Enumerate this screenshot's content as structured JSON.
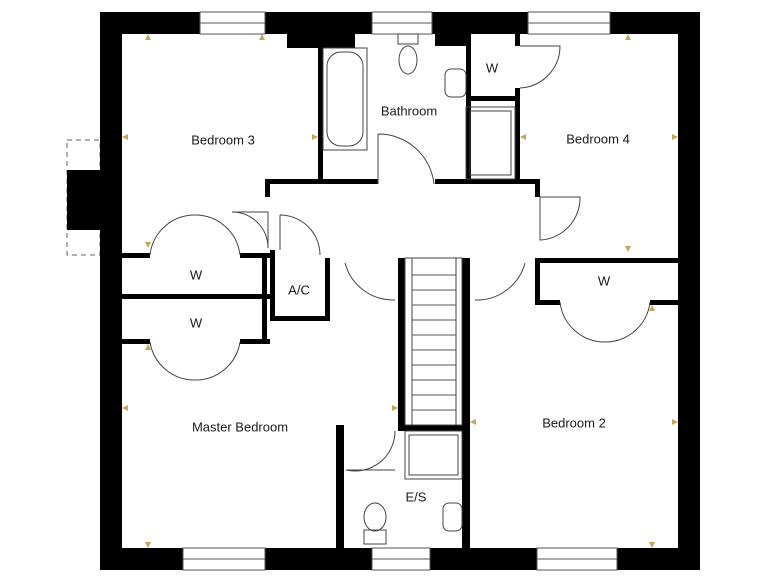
{
  "plan": {
    "rooms": {
      "bedroom3": "Bedroom 3",
      "bathroom": "Bathroom",
      "bedroom4": "Bedroom 4",
      "wardrobe_b4": "W",
      "wardrobe_left_upper": "W",
      "wardrobe_left_lower": "W",
      "airing_cupboard": "A/C",
      "wardrobe_b2": "W",
      "master_bedroom": "Master Bedroom",
      "bedroom2": "Bedroom 2",
      "ensuite": "E/S"
    },
    "colors": {
      "wall": "#000000",
      "dimension_marker": "#c9a35a"
    },
    "icons": [
      "bath-icon",
      "toilet-icon",
      "basin-icon",
      "shower-icon",
      "stairs-icon",
      "door-swing-icon",
      "window-icon",
      "chimney-icon"
    ]
  }
}
